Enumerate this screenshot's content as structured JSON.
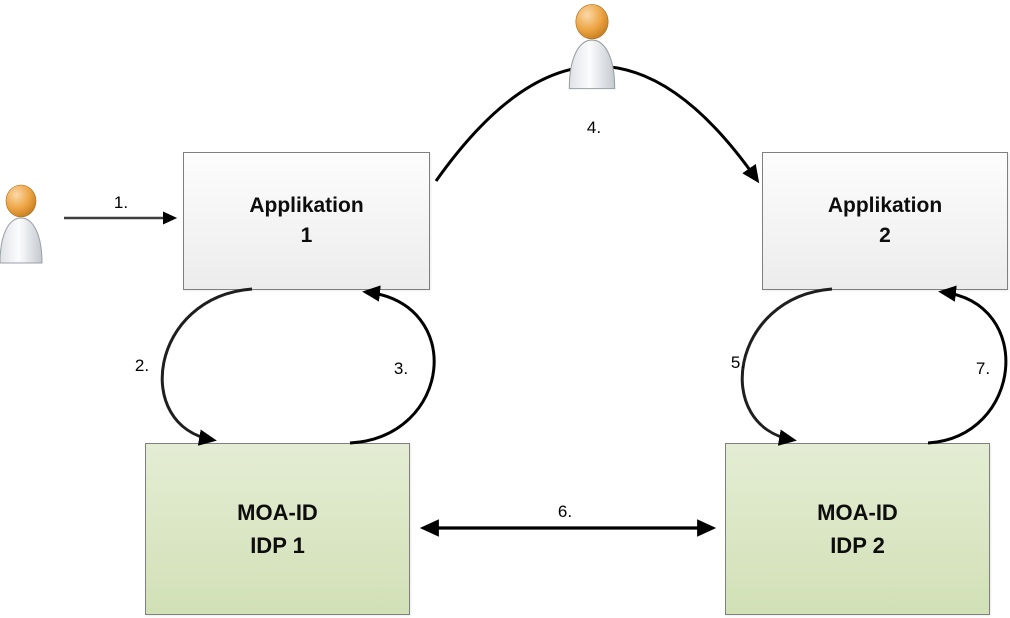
{
  "diagram": {
    "nodes": {
      "app1": {
        "line1": "Applikation",
        "line2": "1"
      },
      "app2": {
        "line1": "Applikation",
        "line2": "2"
      },
      "idp1": {
        "line1": "MOA-ID",
        "line2": "IDP 1"
      },
      "idp2": {
        "line1": "MOA-ID",
        "line2": "IDP 2"
      }
    },
    "steps": {
      "s1": "1.",
      "s2": "2.",
      "s3": "3.",
      "s4": "4.",
      "s5": "5.",
      "s6": "6.",
      "s7": "7."
    },
    "edges": [
      {
        "step": "1.",
        "from": "user-left",
        "to": "app1",
        "style": "straight-arrow"
      },
      {
        "step": "2.",
        "from": "app1",
        "to": "idp1",
        "style": "curved-arrow"
      },
      {
        "step": "3.",
        "from": "idp1",
        "to": "app1",
        "style": "curved-arrow"
      },
      {
        "step": "4.",
        "from": "app1",
        "to": "app2",
        "style": "arc-over-user"
      },
      {
        "step": "5.",
        "from": "app2",
        "to": "idp2",
        "style": "curved-arrow"
      },
      {
        "step": "6.",
        "from": "idp1",
        "to": "idp2",
        "style": "double-headed-arrow"
      },
      {
        "step": "7.",
        "from": "idp2",
        "to": "app2",
        "style": "curved-arrow"
      }
    ],
    "icons": {
      "left": "person-icon",
      "top": "person-icon"
    },
    "colors": {
      "app_fill_top": "#fdfdfd",
      "app_fill_bottom": "#ececec",
      "idp_fill_top": "#e4edd4",
      "idp_fill_bottom": "#d2e0b6",
      "node_border": "#7f7f7f",
      "arrow": "#000000",
      "text": "#000000",
      "background": "#ffffff",
      "person_head": "#eda545",
      "person_body": "#e8eaec"
    }
  }
}
